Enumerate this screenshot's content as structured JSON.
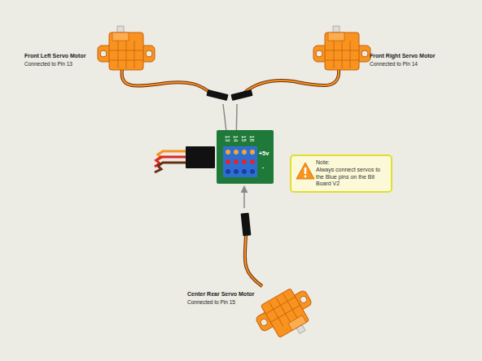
{
  "diagram": {
    "nodes": [
      {
        "text": [
          "13",
          "14",
          "15",
          "16",
          "+5v",
          "-"
        ]
      },
      {
        "text": [
          "Note:",
          "Always connect servos to the Blue pins on the Bit Board V2"
        ]
      }
    ],
    "labels": [
      "Front Left Servo Motor",
      "Connected to Pin 13",
      "Front Right Servo Motor",
      "Connected to Pin 14",
      "Center Rear Servo Motor",
      "Connected to Pin 15"
    ]
  }
}
